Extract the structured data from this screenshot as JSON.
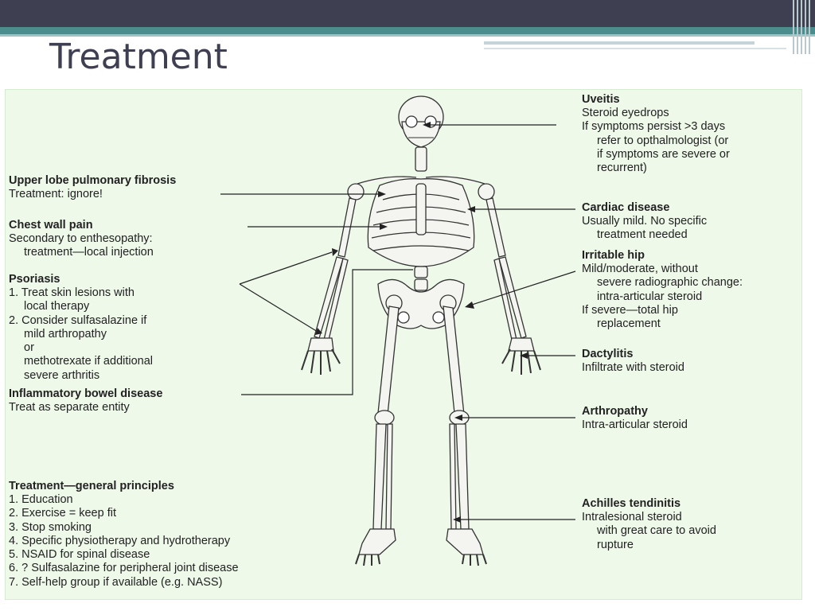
{
  "slide": {
    "title": "Treatment"
  },
  "labels": {
    "uveitis": {
      "heading": "Uveitis",
      "lines": [
        "Steroid eyedrops",
        "If symptoms persist >3 days",
        "refer to opthalmologist (or",
        "if symptoms are severe or",
        "recurrent)"
      ]
    },
    "upper_lobe": {
      "heading": "Upper lobe pulmonary fibrosis",
      "lines": [
        "Treatment: ignore!"
      ]
    },
    "chest_wall": {
      "heading": "Chest wall pain",
      "lines": [
        "Secondary to enthesopathy:",
        "treatment—local injection"
      ]
    },
    "psoriasis": {
      "heading": "Psoriasis",
      "lines": [
        "1. Treat skin lesions with",
        "local therapy",
        "2. Consider sulfasalazine if",
        "mild arthropathy",
        "or",
        "methotrexate if additional",
        "severe arthritis"
      ]
    },
    "ibd": {
      "heading": "Inflammatory bowel disease",
      "lines": [
        "Treat as separate entity"
      ]
    },
    "general": {
      "heading": "Treatment—general principles",
      "lines": [
        "1. Education",
        "2. Exercise = keep fit",
        "3. Stop smoking",
        "4. Specific physiotherapy and hydrotherapy",
        "5. NSAID for spinal disease",
        "6. ? Sulfasalazine for peripheral joint disease",
        "7. Self-help group if available (e.g. NASS)"
      ]
    },
    "cardiac": {
      "heading": "Cardiac disease",
      "lines": [
        "Usually mild. No specific",
        "treatment needed"
      ]
    },
    "hip": {
      "heading": "Irritable hip",
      "lines": [
        "Mild/moderate, without",
        "severe radiographic change:",
        "intra-articular steroid",
        "If severe—total hip",
        "replacement"
      ]
    },
    "dactylitis": {
      "heading": "Dactylitis",
      "lines": [
        "Infiltrate with steroid"
      ]
    },
    "arthropathy": {
      "heading": "Arthropathy",
      "lines": [
        "Intra-articular steroid"
      ]
    },
    "achilles": {
      "heading": "Achilles tendinitis",
      "lines": [
        "Intralesional steroid",
        "with great care to avoid",
        "rupture"
      ]
    }
  },
  "colors": {
    "topbar": "#3f3f52",
    "teal": "#4b8c8c",
    "panel": "#eef9ea",
    "bone": "#f4f4f0",
    "outline": "#333333"
  }
}
